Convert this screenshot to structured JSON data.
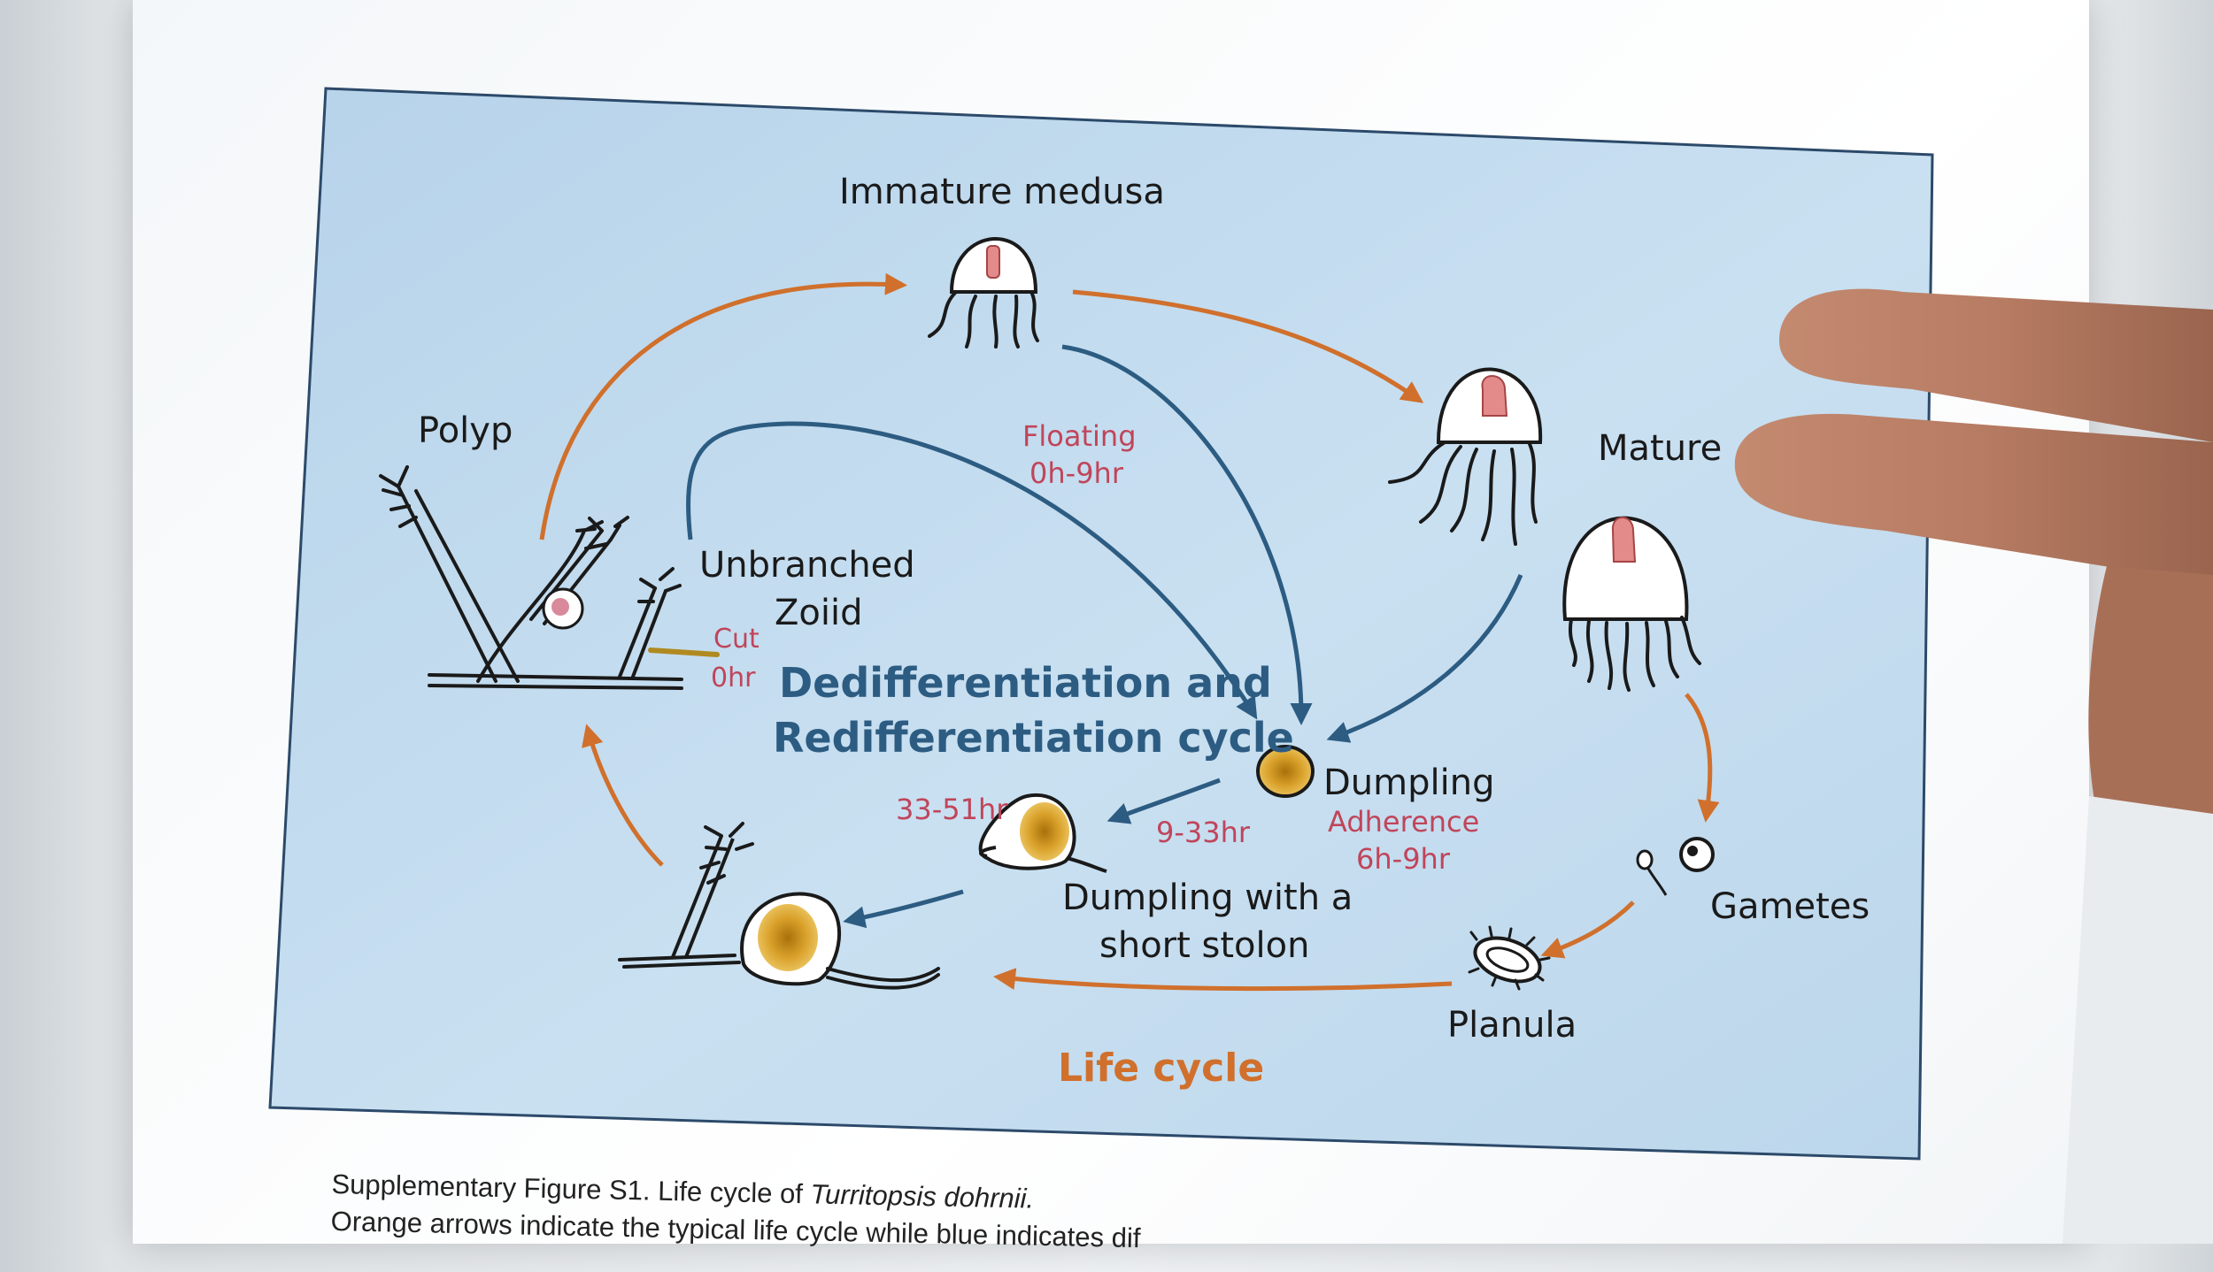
{
  "labels": {
    "immature_medusa": "Immature medusa",
    "mature": "Mature",
    "polyp": "Polyp",
    "unbranched_line1": "Unbranched",
    "unbranched_line2": "Zoiid",
    "cut": "Cut",
    "cut_time": "0hr",
    "floating": "Floating",
    "floating_time": "0h-9hr",
    "cycle_line1": "Dedifferentiation and",
    "cycle_line2": "Redifferentiation cycle",
    "dumpling": "Dumpling",
    "adherence": "Adherence",
    "adherence_time": "6h-9hr",
    "time_33_51": "33-51hr",
    "time_9_33": "9-33hr",
    "stolon_line1": "Dumpling with a",
    "stolon_line2": "short stolon",
    "gametes": "Gametes",
    "planula": "Planula",
    "life_cycle": "Life cycle"
  },
  "caption": {
    "line1_prefix": "Supplementary Figure S1. Life cycle of ",
    "line1_species": "Turritopsis dohrnii.",
    "line2": "Orange arrows indicate the typical life cycle while blue indicates dif"
  },
  "colors": {
    "orange": "#d0702c",
    "blue": "#2d5c82",
    "pink": "#c0455a",
    "panel": "#c4dcef"
  }
}
